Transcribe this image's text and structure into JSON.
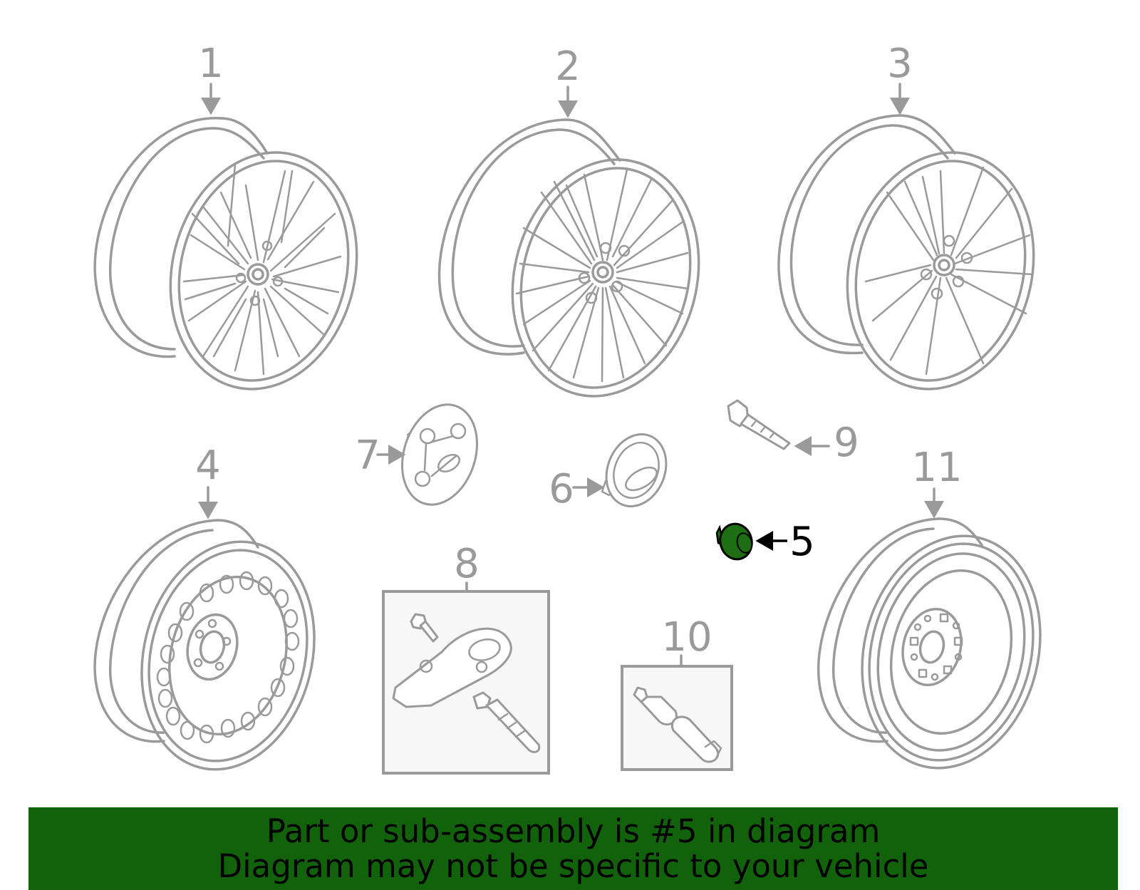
{
  "diagram": {
    "callouts": [
      "1",
      "2",
      "3",
      "4",
      "5",
      "6",
      "7",
      "8",
      "9",
      "10",
      "11"
    ],
    "highlighted_part": "5",
    "colors": {
      "line_art": "#9a9a9a",
      "highlight_fill": "#1e6e14",
      "banner_background": "#11620a",
      "banner_text": "#000000"
    }
  },
  "banner": {
    "line1": "Part or sub-assembly is #5 in diagram",
    "line2": "Diagram may not be specific to your vehicle"
  }
}
